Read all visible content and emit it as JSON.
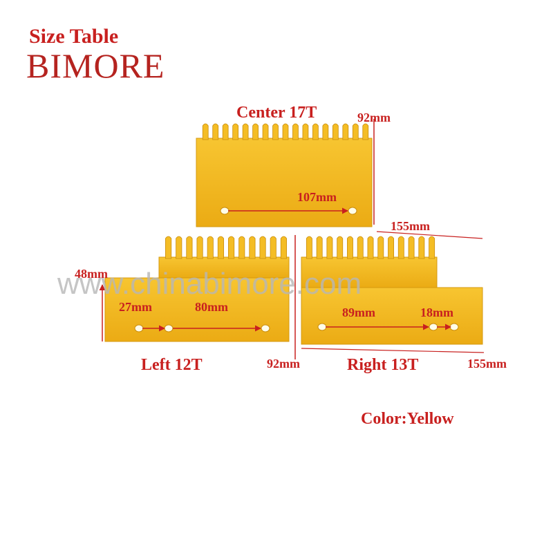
{
  "header": {
    "title": "Size Table",
    "brand": "BIMORE"
  },
  "watermark": "www.chinabimore.com",
  "colors": {
    "label": "#c8201f",
    "plastic": "#f3b81b",
    "plastic_dark": "#c98d0e",
    "watermark": "#b7b7b7"
  },
  "center_plate": {
    "name": "Center 17T",
    "teeth": 17,
    "height": "92mm",
    "width": "155mm",
    "hole_spacing": "107mm"
  },
  "left_plate": {
    "name": "Left 12T",
    "teeth": 12,
    "height": "48mm",
    "width": "92mm",
    "hole_spacing_a": "27mm",
    "hole_spacing_b": "80mm"
  },
  "right_plate": {
    "name": "Right 13T",
    "teeth": 13,
    "width": "155mm",
    "hole_spacing_a": "89mm",
    "hole_spacing_b": "18mm"
  },
  "color_note": "Color:Yellow"
}
